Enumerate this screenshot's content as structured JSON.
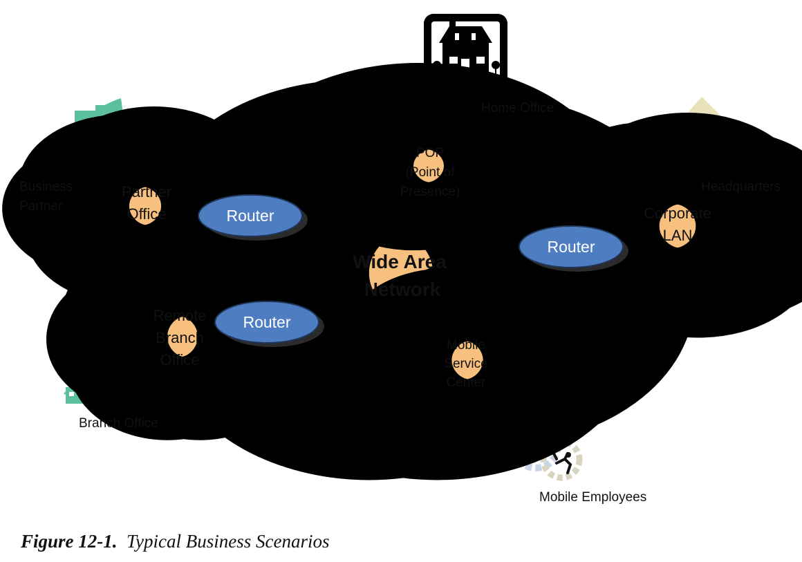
{
  "wan": {
    "line1": "Wide Area",
    "line2": "Network"
  },
  "partner_office": {
    "line1": "Partner",
    "line2": "Office"
  },
  "pop": {
    "line1": "POP",
    "line2": "(Point of",
    "line3": "Presence)"
  },
  "corporate_lan": {
    "line1": "Corporate",
    "line2": "LAN"
  },
  "remote_branch": {
    "line1": "Remote",
    "line2": "Branch",
    "line3": "Office"
  },
  "mobile_service": {
    "line1": "Mobile",
    "line2": "Service",
    "line3": "Center"
  },
  "routers": {
    "partner": "Router",
    "corporate": "Router",
    "branch": "Router"
  },
  "labels": {
    "business_partner_1": "Business",
    "business_partner_2": "Partner",
    "home_office": "Home Office",
    "headquarters": "Headquarters",
    "branch_office": "Branch Office",
    "mobile_employees": "Mobile Employees"
  },
  "caption": {
    "number": "Figure 12-1.",
    "title": "Typical Business Scenarios"
  },
  "colors": {
    "cloud": "#f7c07f",
    "router": "#4f7dc2",
    "building": "#5cbfa0",
    "hq": "#3e56c6"
  }
}
